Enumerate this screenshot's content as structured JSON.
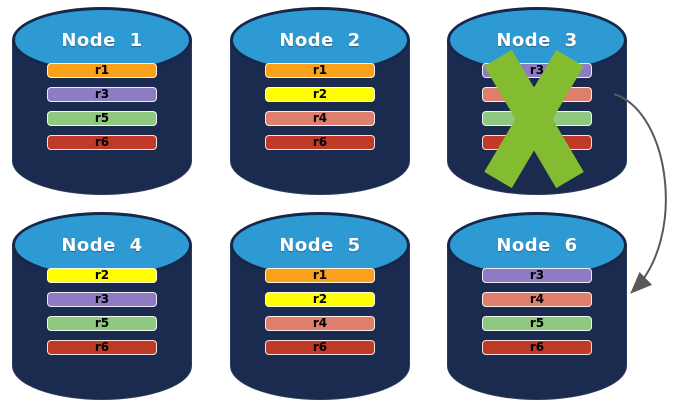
{
  "diagram": {
    "description_labels": [],
    "colors": {
      "cylinder_body": "#1B2A4F",
      "cylinder_top": "#2E9AD3",
      "x_mark": "#83BC31",
      "arrow": "#595959",
      "replica_colors": {
        "r1": "#F9A11B",
        "r2": "#FFFF00",
        "r3": "#8E7CC3",
        "r4": "#DE7E6D",
        "r5": "#8FC87E",
        "r6": "#C03A28"
      }
    },
    "nodes": [
      {
        "label": "Node 1",
        "failed": false,
        "replicas": [
          {
            "id": "r1",
            "color": "#F9A11B"
          },
          {
            "id": "r3",
            "color": "#8E7CC3"
          },
          {
            "id": "r5",
            "color": "#8FC87E"
          },
          {
            "id": "r6",
            "color": "#C03A28"
          }
        ]
      },
      {
        "label": "Node 2",
        "failed": false,
        "replicas": [
          {
            "id": "r1",
            "color": "#F9A11B"
          },
          {
            "id": "r2",
            "color": "#FFFF00"
          },
          {
            "id": "r4",
            "color": "#DE7E6D"
          },
          {
            "id": "r6",
            "color": "#C03A28"
          }
        ]
      },
      {
        "label": "Node 3",
        "failed": true,
        "replicas": [
          {
            "id": "r3",
            "color": "#8E7CC3"
          },
          {
            "id": "r4",
            "color": "#DE7E6D"
          },
          {
            "id": "r5",
            "color": "#8FC87E"
          },
          {
            "id": "r6",
            "color": "#C03A28"
          }
        ]
      },
      {
        "label": "Node 4",
        "failed": false,
        "replicas": [
          {
            "id": "r2",
            "color": "#FFFF00"
          },
          {
            "id": "r3",
            "color": "#8E7CC3"
          },
          {
            "id": "r5",
            "color": "#8FC87E"
          },
          {
            "id": "r6",
            "color": "#C03A28"
          }
        ]
      },
      {
        "label": "Node 5",
        "failed": false,
        "replicas": [
          {
            "id": "r1",
            "color": "#F9A11B"
          },
          {
            "id": "r2",
            "color": "#FFFF00"
          },
          {
            "id": "r4",
            "color": "#DE7E6D"
          },
          {
            "id": "r6",
            "color": "#C03A28"
          }
        ]
      },
      {
        "label": "Node 6",
        "failed": false,
        "replicas": [
          {
            "id": "r3",
            "color": "#8E7CC3"
          },
          {
            "id": "r4",
            "color": "#DE7E6D"
          },
          {
            "id": "r5",
            "color": "#8FC87E"
          },
          {
            "id": "r6",
            "color": "#C03A28"
          }
        ]
      }
    ],
    "arrow": {
      "from_node": "Node 3",
      "to_node": "Node 6"
    }
  }
}
